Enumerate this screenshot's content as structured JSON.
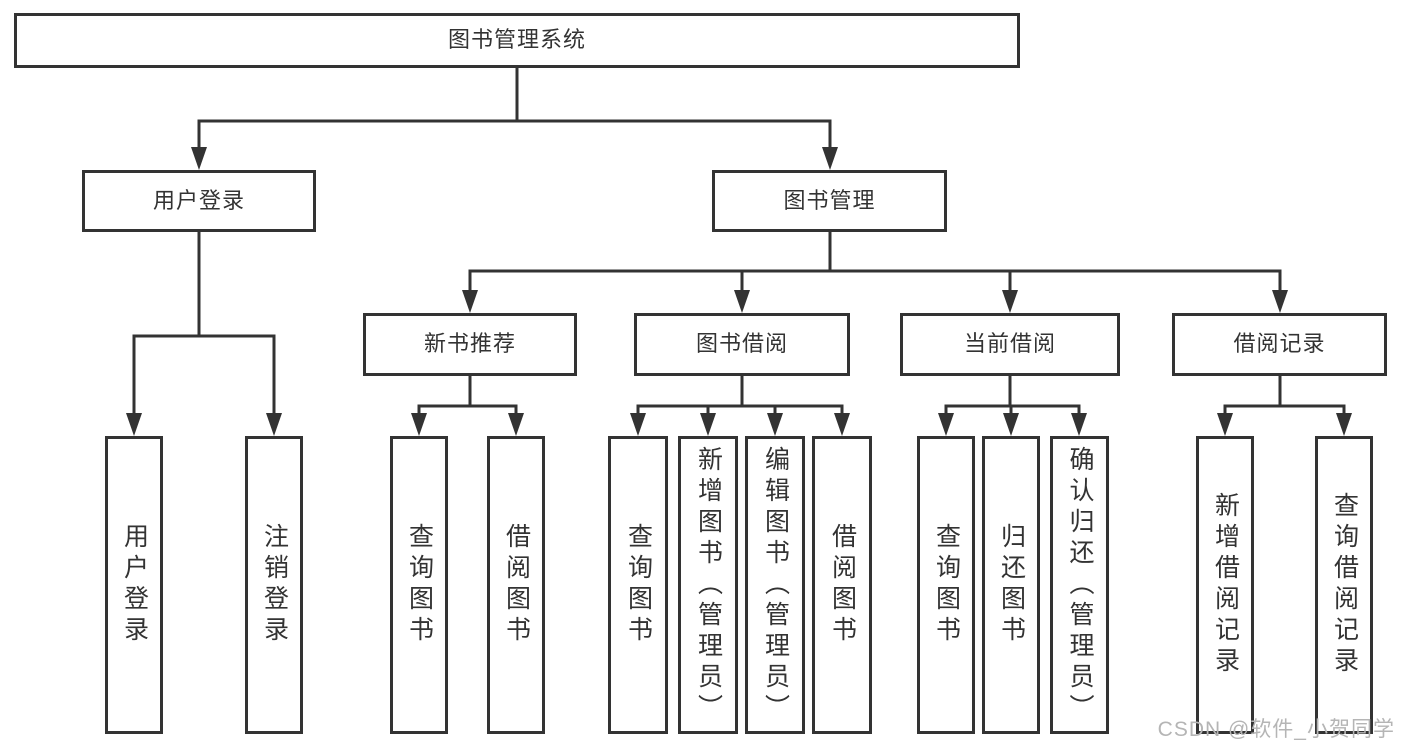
{
  "diagram": {
    "root": {
      "label": "图书管理系统",
      "children": [
        {
          "label": "用户登录",
          "children": [
            {
              "label": "用户登录"
            },
            {
              "label": "注销登录"
            }
          ]
        },
        {
          "label": "图书管理",
          "children": [
            {
              "label": "新书推荐",
              "children": [
                {
                  "label": "查询图书"
                },
                {
                  "label": "借阅图书"
                }
              ]
            },
            {
              "label": "图书借阅",
              "children": [
                {
                  "label": "查询图书"
                },
                {
                  "label": "新增图书（管理员）"
                },
                {
                  "label": "编辑图书（管理员）"
                },
                {
                  "label": "借阅图书"
                }
              ]
            },
            {
              "label": "当前借阅",
              "children": [
                {
                  "label": "查询图书"
                },
                {
                  "label": "归还图书"
                },
                {
                  "label": "确认归还（管理员）"
                }
              ]
            },
            {
              "label": "借阅记录",
              "children": [
                {
                  "label": "新增借阅记录"
                },
                {
                  "label": "查询借阅记录"
                }
              ]
            }
          ]
        }
      ]
    }
  },
  "watermark": {
    "text": "CSDN @软件_小贺同学"
  },
  "colors": {
    "line": "#333333",
    "box_border": "#333333",
    "text": "#333333",
    "watermark": "#b5b5b5",
    "background": "#ffffff"
  }
}
